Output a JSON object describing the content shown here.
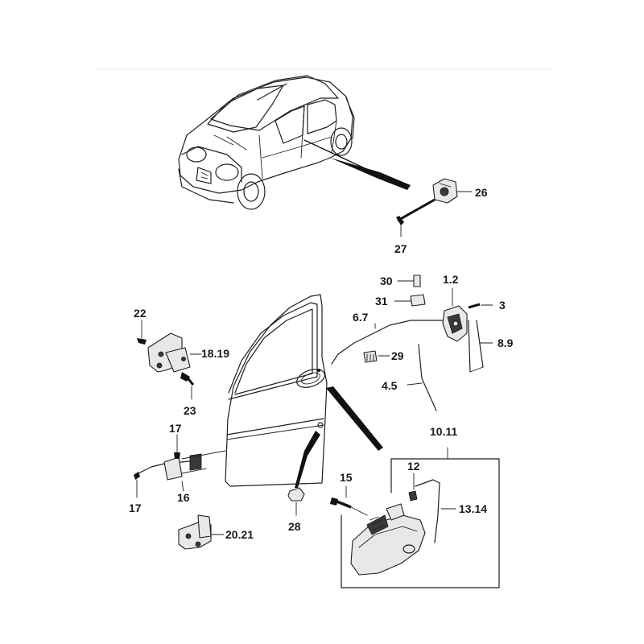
{
  "labels": {
    "l26": "26",
    "l27": "27",
    "l30": "30",
    "l31": "31",
    "l1_2": "1.2",
    "l3": "3",
    "l6_7": "6.7",
    "l8_9": "8.9",
    "l29": "29",
    "l4_5": "4.5",
    "l22": "22",
    "l18_19": "18.19",
    "l23": "23",
    "l10_11": "10.11",
    "l17a": "17",
    "l17b": "17",
    "l16": "16",
    "l15": "15",
    "l12": "12",
    "l13_14": "13.14",
    "l28": "28",
    "l20_21": "20.21"
  }
}
